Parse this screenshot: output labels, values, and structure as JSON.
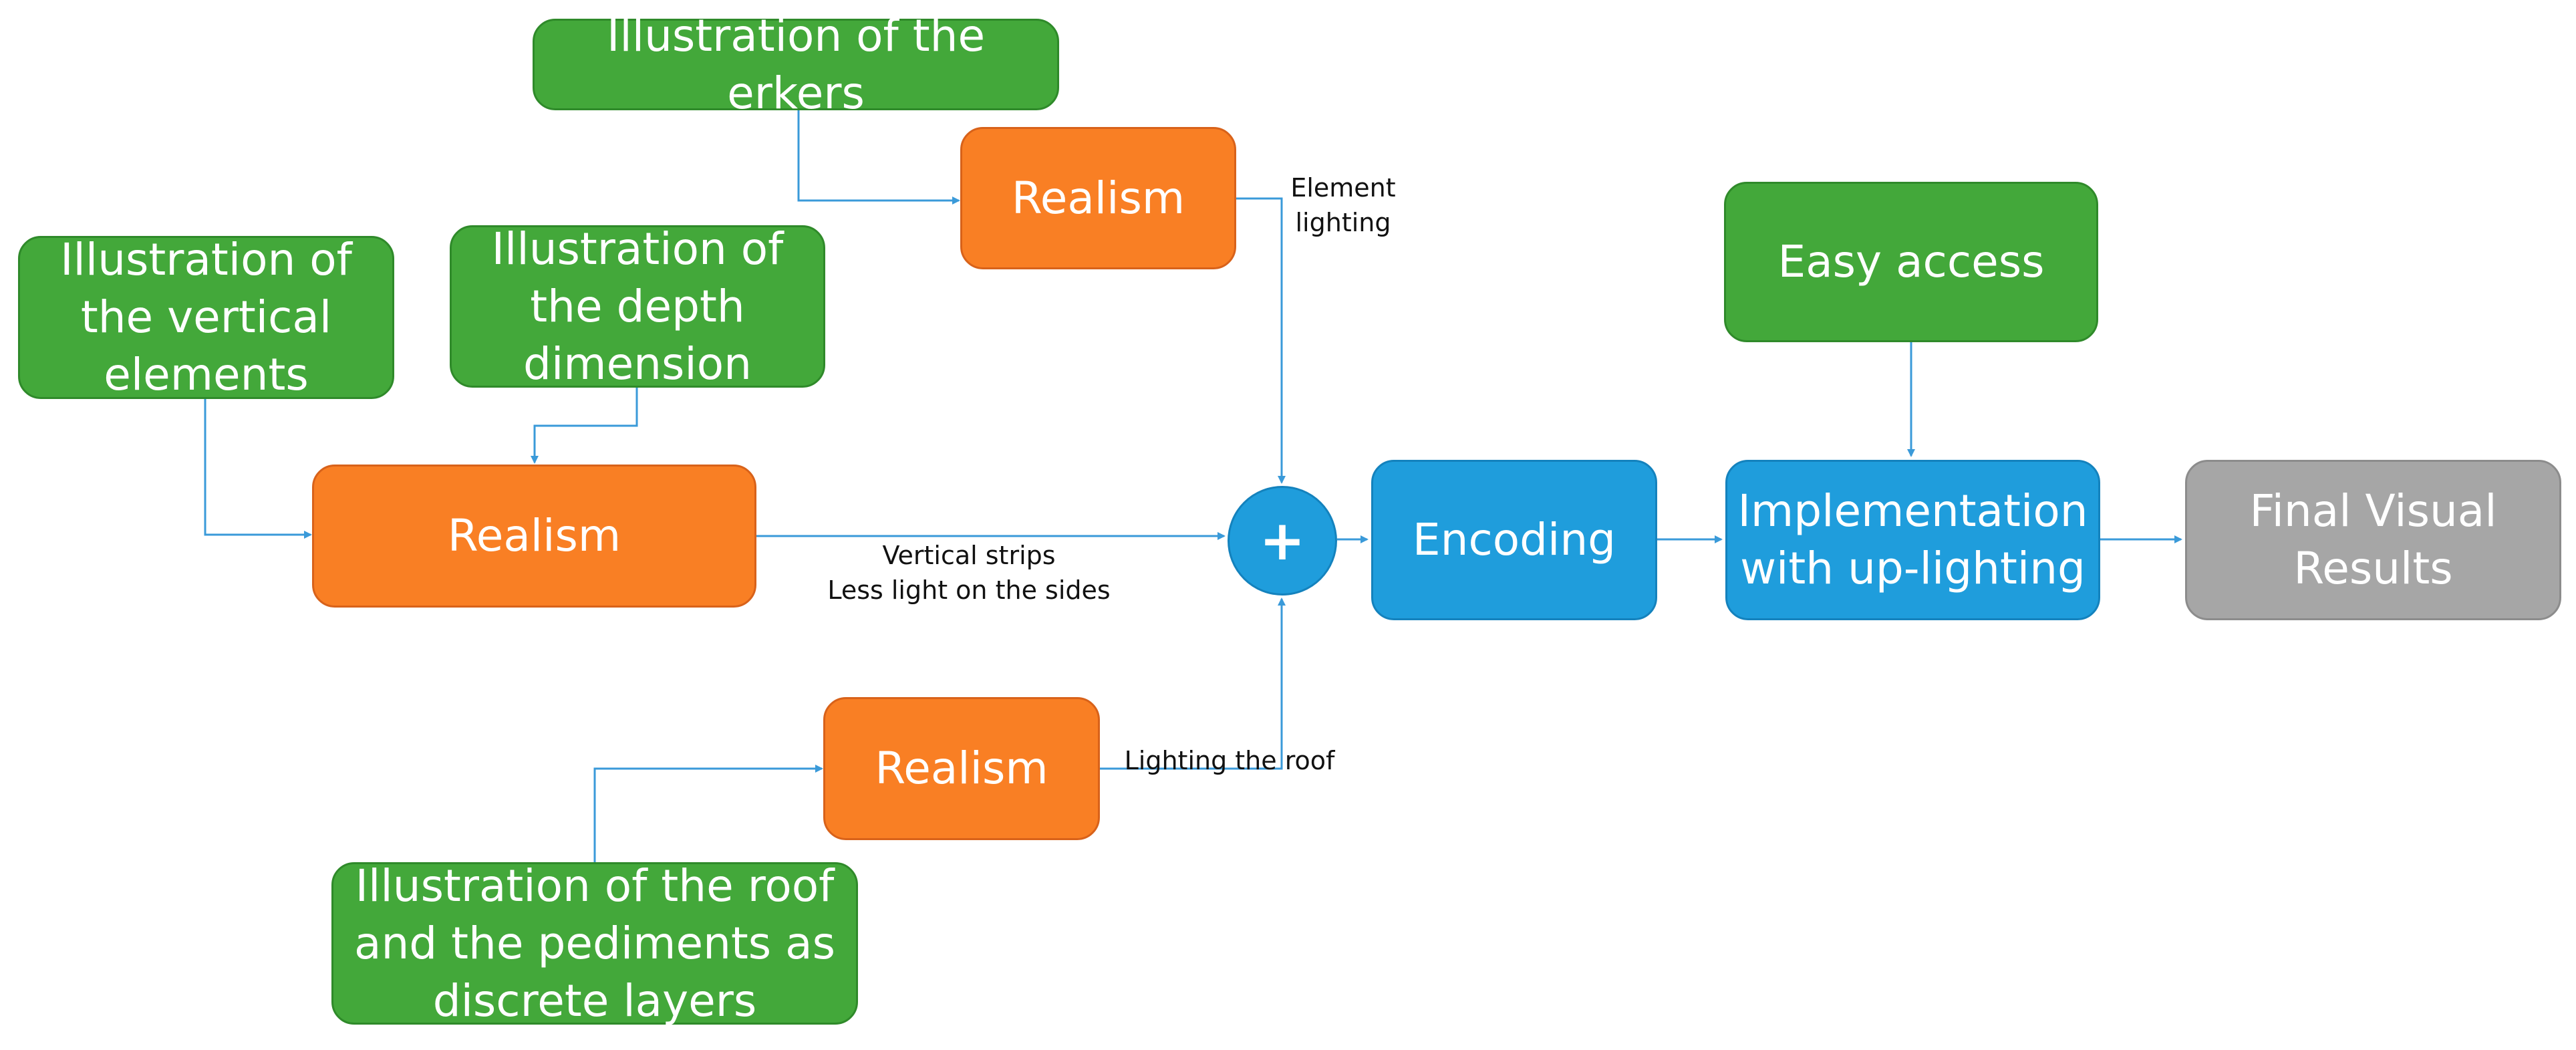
{
  "nodes": {
    "erkers": "Illustration of the erkers",
    "vertical": "Illustration of the vertical elements",
    "depth": "Illustration of the depth dimension",
    "roof": "Illustration of the roof and the pediments as discrete layers",
    "realism_top": "Realism",
    "realism_mid": "Realism",
    "realism_bottom": "Realism",
    "easy_access": "Easy access",
    "encoding": "Encoding",
    "implementation": "Implementation with up-lighting",
    "final": "Final Visual Results",
    "combine_symbol": "+"
  },
  "edge_labels": {
    "element_lighting": "Element lighting",
    "vertical_strips": "Vertical strips",
    "less_light": "Less light on the sides",
    "lighting_roof": "Lighting the roof"
  },
  "colors": {
    "input": "#43a83a",
    "realism": "#f97f24",
    "process": "#1f9ddc",
    "result": "#a6a6a6",
    "connector": "#3a9ad9"
  }
}
